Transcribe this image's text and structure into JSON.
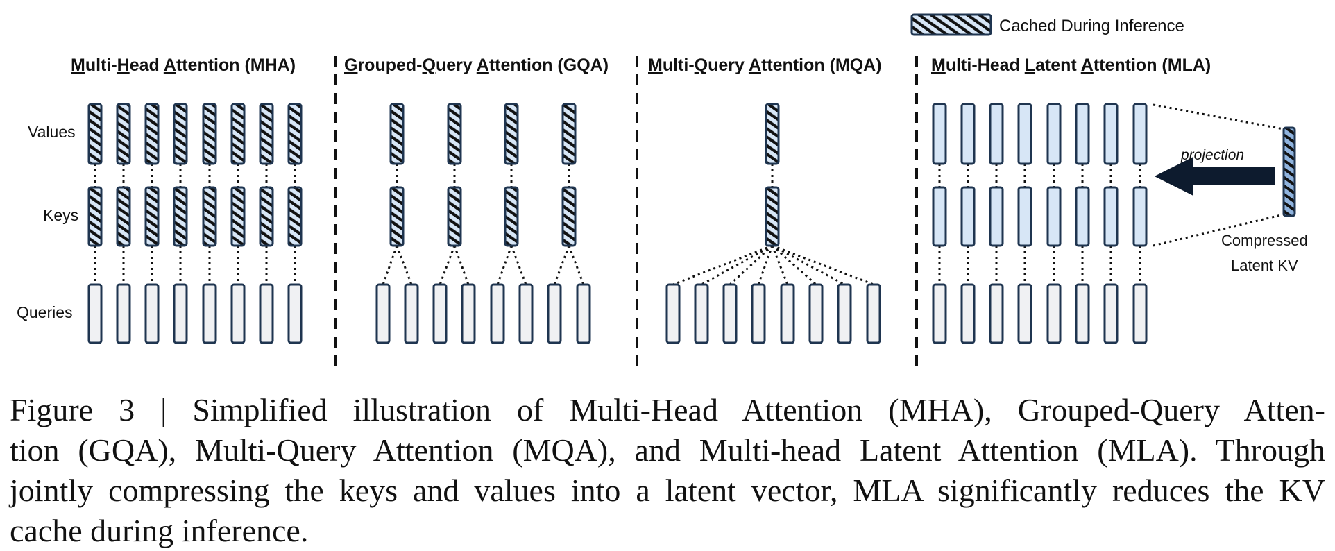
{
  "legend": {
    "label": "Cached During Inference"
  },
  "row_labels": {
    "values": "Values",
    "keys": "Keys",
    "queries": "Queries"
  },
  "panels": [
    {
      "id": "mha",
      "title_parts": [
        {
          "t": "M",
          "u": true
        },
        {
          "t": "ulti-",
          "u": false
        },
        {
          "t": "H",
          "u": true
        },
        {
          "t": "ead ",
          "u": false
        },
        {
          "t": "A",
          "u": true
        },
        {
          "t": "ttention (MHA)",
          "u": false
        }
      ]
    },
    {
      "id": "gqa",
      "title_parts": [
        {
          "t": "G",
          "u": true
        },
        {
          "t": "rouped-",
          "u": false
        },
        {
          "t": "Q",
          "u": true
        },
        {
          "t": "uery ",
          "u": false
        },
        {
          "t": "A",
          "u": true
        },
        {
          "t": "ttention (GQA)",
          "u": false
        }
      ]
    },
    {
      "id": "mqa",
      "title_parts": [
        {
          "t": "M",
          "u": true
        },
        {
          "t": "ulti-",
          "u": false
        },
        {
          "t": "Q",
          "u": true
        },
        {
          "t": "uery ",
          "u": false
        },
        {
          "t": "A",
          "u": true
        },
        {
          "t": "ttention (MQA)",
          "u": false
        }
      ]
    },
    {
      "id": "mla",
      "title_parts": [
        {
          "t": "M",
          "u": true
        },
        {
          "t": "ulti-Head ",
          "u": false
        },
        {
          "t": "L",
          "u": true
        },
        {
          "t": "atent ",
          "u": false
        },
        {
          "t": "A",
          "u": true
        },
        {
          "t": "ttention (MLA)",
          "u": false
        }
      ]
    }
  ],
  "annotations": {
    "projection": "projection",
    "latent_line1": "Compressed",
    "latent_line2": "Latent KV"
  },
  "caption": {
    "lines": [
      "Figure 3 | Simplified illustration of Multi-Head Attention (MHA), Grouped-Query Atten-",
      "tion (GQA), Multi-Query Attention (MQA), and Multi-head Latent Attention (MLA). Through",
      "jointly compressing the keys and values into a latent vector, MLA significantly reduces the KV",
      "cache during inference."
    ]
  },
  "colors": {
    "border": "#1f3550",
    "query_fill": "#f0f1f3",
    "kv_fill": "#d7e6f6",
    "latent_fill": "#8fb3de",
    "arrow": "#0d1b2e"
  }
}
